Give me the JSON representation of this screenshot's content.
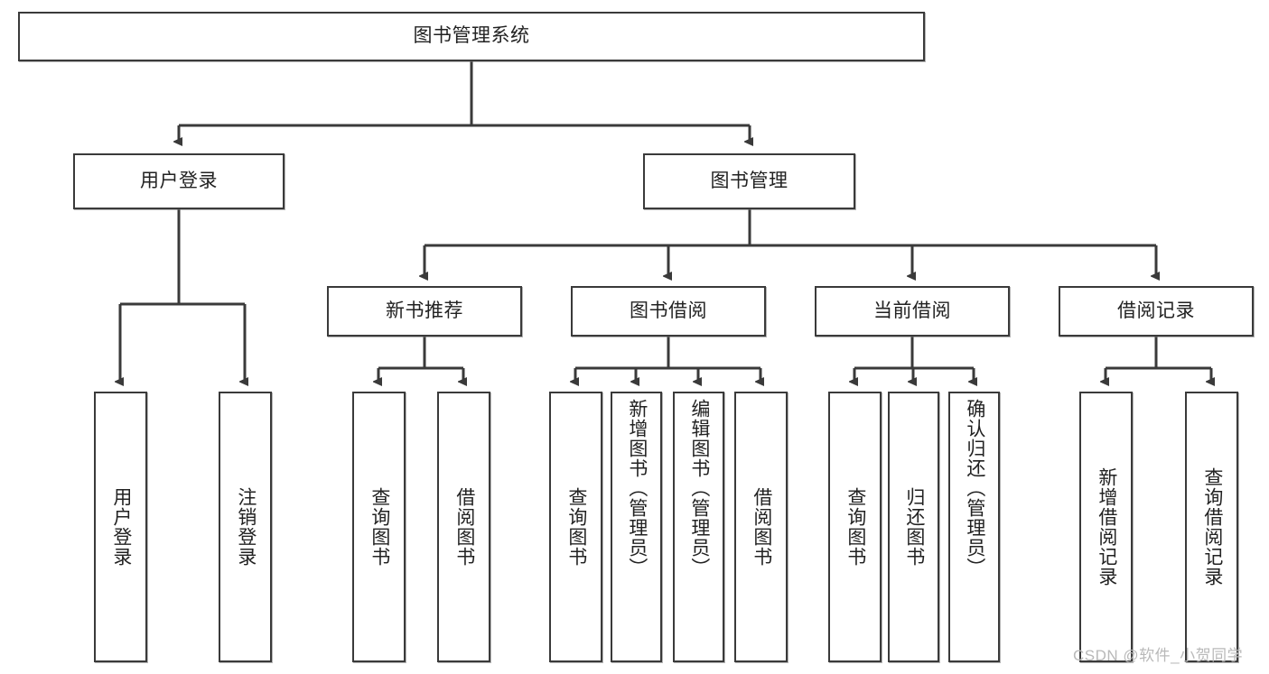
{
  "diagram": {
    "type": "tree-hierarchy-chart",
    "title": "图书管理系统",
    "stroke_color": "#3a3a3a",
    "fill_color": "#ffffff",
    "text_color": "#222222",
    "watermark": "CSDN @软件_小贺同学",
    "levels": {
      "level1": [
        {
          "id": "root",
          "label": "图书管理系统",
          "orientation": "horizontal"
        }
      ],
      "level2": [
        {
          "id": "user-login",
          "label": "用户登录",
          "orientation": "horizontal"
        },
        {
          "id": "book-manage",
          "label": "图书管理",
          "orientation": "horizontal"
        }
      ],
      "level3": [
        {
          "id": "new-book-rec",
          "label": "新书推荐",
          "orientation": "horizontal"
        },
        {
          "id": "book-borrow",
          "label": "图书借阅",
          "orientation": "horizontal"
        },
        {
          "id": "current-borrow",
          "label": "当前借阅",
          "orientation": "horizontal"
        },
        {
          "id": "borrow-record",
          "label": "借阅记录",
          "orientation": "horizontal"
        }
      ],
      "level4": [
        {
          "id": "leaf-user-login",
          "label": "用户登录",
          "parent": "user-login",
          "orientation": "vertical"
        },
        {
          "id": "leaf-user-logout",
          "label": "注销登录",
          "parent": "user-login",
          "orientation": "vertical"
        },
        {
          "id": "leaf-query-book-1",
          "label": "查询图书",
          "parent": "new-book-rec",
          "orientation": "vertical"
        },
        {
          "id": "leaf-borrow-book-1",
          "label": "借阅图书",
          "parent": "new-book-rec",
          "orientation": "vertical"
        },
        {
          "id": "leaf-query-book-2",
          "label": "查询图书",
          "parent": "book-borrow",
          "orientation": "vertical"
        },
        {
          "id": "leaf-add-book",
          "label": "新增图书（管理员）",
          "parent": "book-borrow",
          "orientation": "vertical"
        },
        {
          "id": "leaf-edit-book",
          "label": "编辑图书（管理员）",
          "parent": "book-borrow",
          "orientation": "vertical"
        },
        {
          "id": "leaf-borrow-book-2",
          "label": "借阅图书",
          "parent": "book-borrow",
          "orientation": "vertical"
        },
        {
          "id": "leaf-query-book-3",
          "label": "查询图书",
          "parent": "current-borrow",
          "orientation": "vertical"
        },
        {
          "id": "leaf-return-book",
          "label": "归还图书",
          "parent": "current-borrow",
          "orientation": "vertical"
        },
        {
          "id": "leaf-confirm-return",
          "label": "确认归还（管理员）",
          "parent": "current-borrow",
          "orientation": "vertical"
        },
        {
          "id": "leaf-add-record",
          "label": "新增借阅记录",
          "parent": "borrow-record",
          "orientation": "vertical"
        },
        {
          "id": "leaf-query-record",
          "label": "查询借阅记录",
          "parent": "borrow-record",
          "orientation": "vertical"
        }
      ]
    }
  }
}
